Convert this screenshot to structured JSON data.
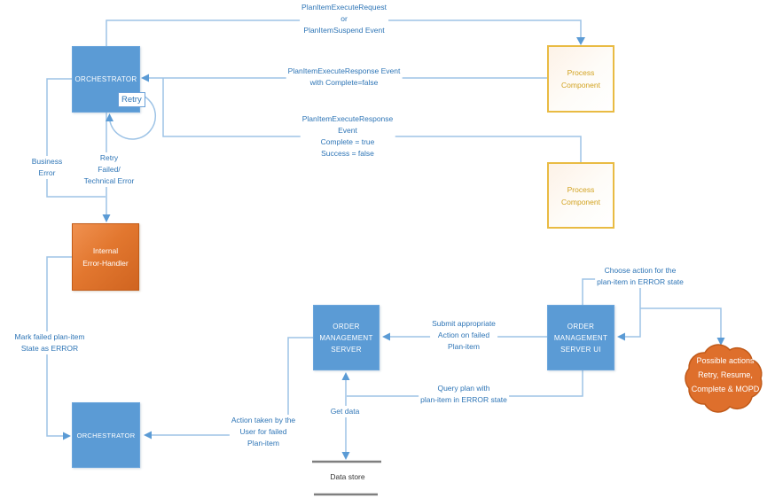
{
  "title": "Orchestrator error handling flow diagram",
  "colors": {
    "node_blue": "#5b9bd5",
    "node_orange": "#de712d",
    "process_border_gold": "#e9bb43",
    "process_text_gold": "#d2a21f",
    "connector_line": "#9dc3e6",
    "arrowhead": "#5b9bd5",
    "label_text": "#2e75b6",
    "datastore_line": "#7f7f7f",
    "cloud_orange": "#de6f2c"
  },
  "nodes": {
    "orchestrator_top": {
      "label": "ORCHESTRATOR"
    },
    "retry_badge": {
      "label": "Retry"
    },
    "process_component_1": {
      "label": "Process\nComponent"
    },
    "process_component_2": {
      "label": "Process\nComponent"
    },
    "internal_error_handler": {
      "label": "Internal\nError-Handler"
    },
    "oms_server": {
      "label": "ORDER\nMANAGEMENT\nSERVER"
    },
    "oms_server_ui": {
      "label": "ORDER\nMANAGEMENT\nSERVER UI"
    },
    "orchestrator_bottom": {
      "label": "ORCHESTRATOR"
    },
    "possible_actions_cloud": {
      "label": "Possible actions\nRetry, Resume,\nComplete & MOPD"
    },
    "data_store": {
      "label": "Data store"
    }
  },
  "edge_labels": {
    "plan_item_execute_request": "PlanItemExecuteRequest\nor\nPlanItemSuspend Event",
    "response_complete_false": "PlanItemExecuteResponse Event\nwith Complete=false",
    "response_complete_true": "PlanItemExecuteResponse\nEvent\nComplete = true\nSuccess = false",
    "business_error": "Business\nError",
    "retry_failed": "Retry\nFailed/\nTechnical Error",
    "mark_failed": "Mark failed plan-item\nState as ERROR",
    "choose_action": "Choose action for the\nplan-item in ERROR state",
    "submit_action": "Submit appropriate\nAction on failed\nPlan-item",
    "query_plan": "Query plan with\nplan-item in ERROR state",
    "get_data": "Get data",
    "action_taken": "Action taken by the\nUser for failed\nPlan-item"
  }
}
